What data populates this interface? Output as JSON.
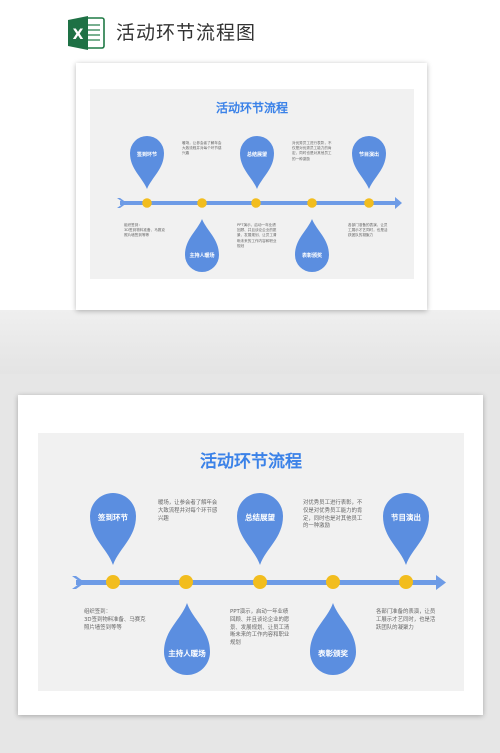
{
  "header": {
    "title": "活动环节流程图",
    "app_icon": "excel-icon"
  },
  "slide": {
    "title": "活动环节流程",
    "pins": {
      "signin": "签到环节",
      "host": "主持人暖场",
      "summary": "总结展望",
      "award": "表彰颁奖",
      "show": "节目演出"
    },
    "descs": {
      "signin": [
        "组织签到：",
        "3D签到物料准备、马赛克",
        "照片墙签到等等"
      ],
      "host": [
        "暖场，让参会者了解年会",
        "大致流程并对每个环节感",
        "兴趣"
      ],
      "summary": [
        "PPT演示，启动一年业绩",
        "回顾、并且谈论企业的愿",
        "景、发展规划、让员工清",
        "晰未来的工作内容和职业",
        "规划"
      ],
      "award": [
        "对优秀员工进行表彰，不",
        "仅是对优秀员工能力的肯",
        "定，同时也是对其他员工",
        "的一种激励"
      ],
      "show": [
        "各部门准备的表演，让员",
        "工展示才艺同时，也是活",
        "跃团队的凝聚力"
      ]
    },
    "colors": {
      "accent_blue": "#3b82e8",
      "pin_blue": "#5b8ee0",
      "arrow_blue": "#6d9be6",
      "dot_yellow": "#f2bd1e"
    }
  }
}
